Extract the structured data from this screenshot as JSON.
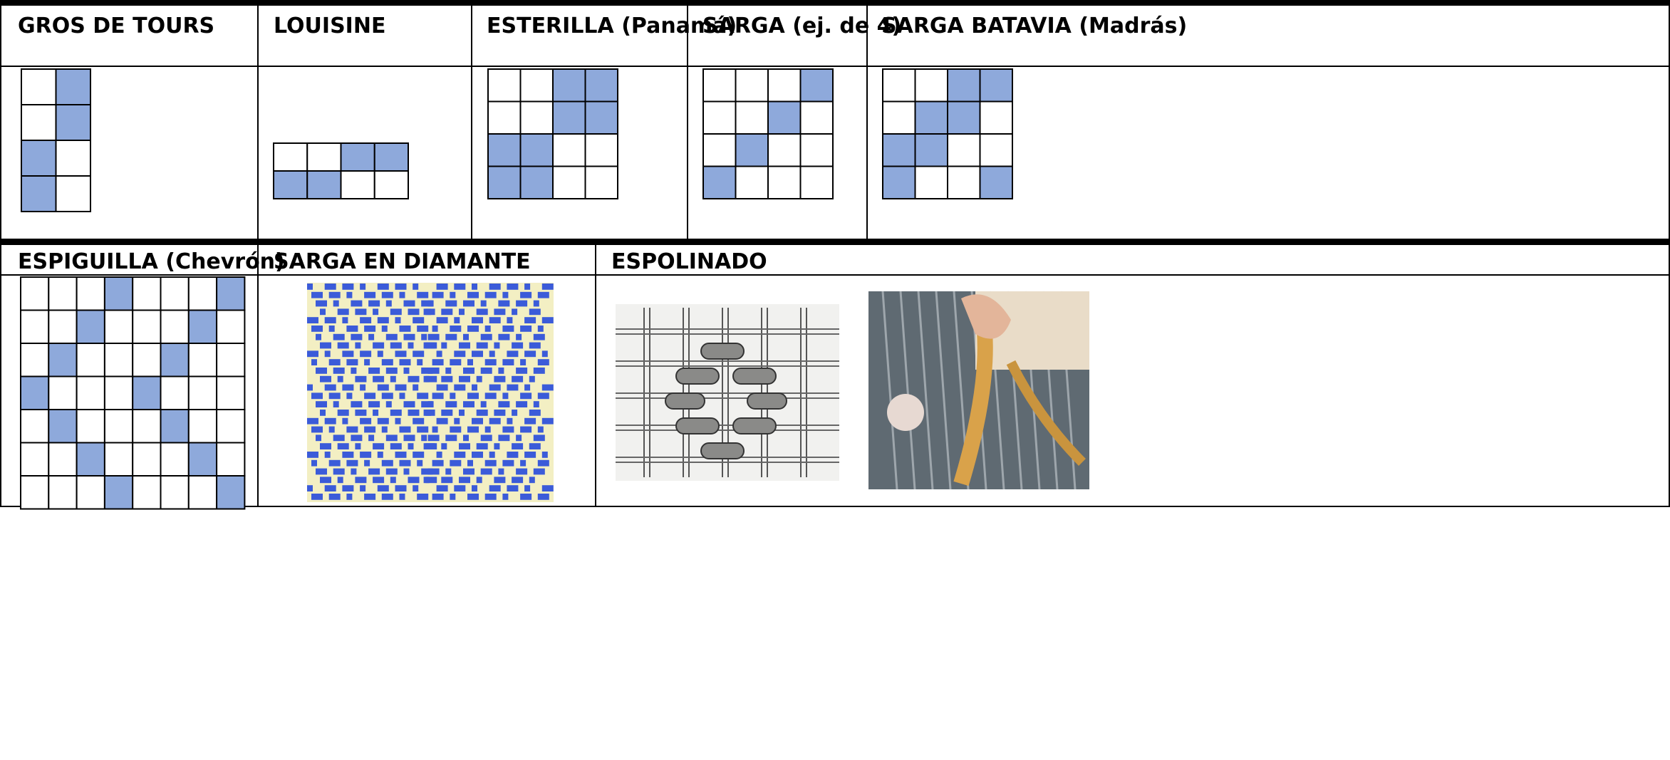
{
  "colors": {
    "filled_cell": "#8EA9DB",
    "grid_line": "#000000",
    "diamond_blue": "#3B5BD9",
    "diamond_cream": "#F3EFC3"
  },
  "row1": [
    {
      "name": "GROS DE TOURS",
      "rows": 4,
      "cols": 2,
      "filled": [
        [
          0,
          1
        ],
        [
          1,
          1
        ],
        [
          2,
          0
        ],
        [
          3,
          0
        ]
      ]
    },
    {
      "name": "LOUISINE",
      "rows": 2,
      "cols": 4,
      "filled": [
        [
          0,
          2
        ],
        [
          0,
          3
        ],
        [
          1,
          0
        ],
        [
          1,
          1
        ]
      ]
    },
    {
      "name": "ESTERILLA (Panamá)",
      "rows": 4,
      "cols": 4,
      "filled": [
        [
          0,
          2
        ],
        [
          0,
          3
        ],
        [
          1,
          2
        ],
        [
          1,
          3
        ],
        [
          2,
          0
        ],
        [
          2,
          1
        ],
        [
          3,
          0
        ],
        [
          3,
          1
        ]
      ]
    },
    {
      "name": "SARGA (ej. de 4)",
      "rows": 4,
      "cols": 4,
      "filled": [
        [
          0,
          3
        ],
        [
          1,
          2
        ],
        [
          2,
          1
        ],
        [
          3,
          0
        ]
      ]
    },
    {
      "name": "SARGA BATAVIA (Madrás)",
      "rows": 4,
      "cols": 4,
      "filled": [
        [
          0,
          2
        ],
        [
          0,
          3
        ],
        [
          1,
          1
        ],
        [
          1,
          2
        ],
        [
          2,
          0
        ],
        [
          2,
          1
        ],
        [
          3,
          0
        ],
        [
          3,
          3
        ]
      ]
    }
  ],
  "row2": {
    "espiguilla": {
      "name": "ESPIGUILLA (Chevrón)",
      "rows": 7,
      "cols": 8,
      "filled": [
        [
          0,
          3
        ],
        [
          0,
          7
        ],
        [
          1,
          2
        ],
        [
          1,
          6
        ],
        [
          2,
          1
        ],
        [
          2,
          5
        ],
        [
          3,
          0
        ],
        [
          3,
          4
        ],
        [
          4,
          1
        ],
        [
          4,
          5
        ],
        [
          5,
          2
        ],
        [
          5,
          6
        ],
        [
          6,
          3
        ],
        [
          6,
          7
        ]
      ]
    },
    "diamante": {
      "name": "SARGA EN DIAMANTE"
    },
    "espolinado": {
      "name": "ESPOLINADO"
    }
  }
}
